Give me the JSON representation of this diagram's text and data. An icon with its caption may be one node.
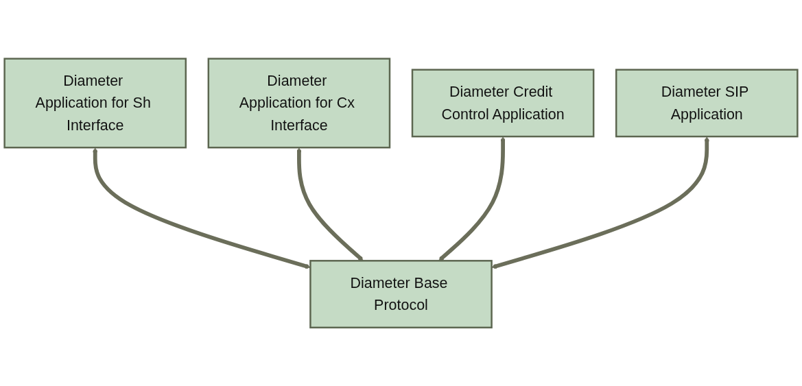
{
  "diagram": {
    "nodes": [
      {
        "text": [
          "Diameter Application for Sh Interface"
        ]
      },
      {
        "text": [
          "Diameter Application for Cx Interface"
        ]
      },
      {
        "text": [
          "Diameter Credit Control Application"
        ]
      },
      {
        "text": [
          "Diameter SIP Application"
        ]
      },
      {
        "text": [
          "Diameter Base Protocol"
        ]
      }
    ],
    "edges": [
      {
        "from": 0,
        "to": 4,
        "arrow": "both"
      },
      {
        "from": 1,
        "to": 4,
        "arrow": "both"
      },
      {
        "from": 2,
        "to": 4,
        "arrow": "both"
      },
      {
        "from": 3,
        "to": 4,
        "arrow": "both"
      }
    ]
  }
}
